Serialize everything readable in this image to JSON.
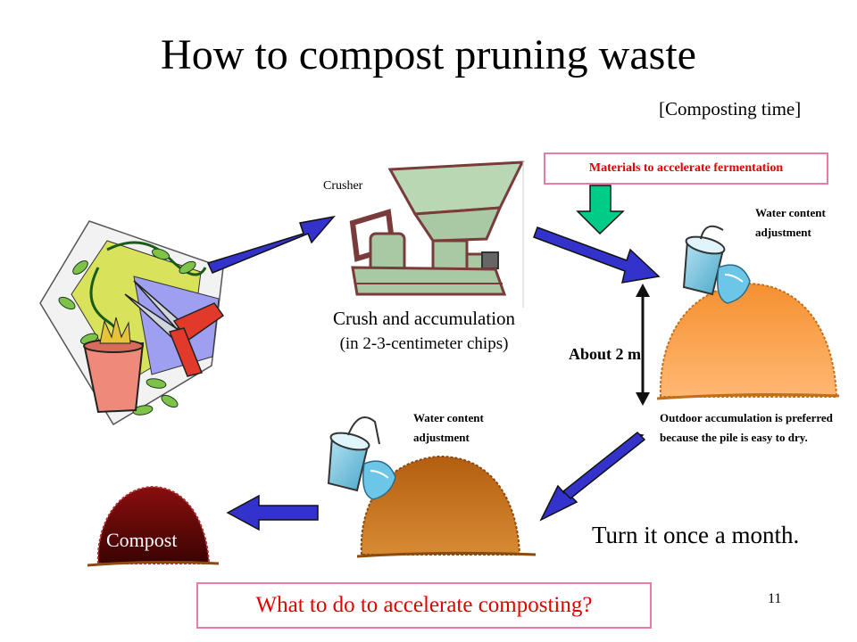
{
  "slide": {
    "title": "How to compost pruning waste",
    "composting_time": "[Composting time]",
    "crusher_label": "Crusher",
    "fermentation_materials": "Materials to accelerate fermentation",
    "crush_line1": "Crush and accumulation",
    "crush_line2": "(in 2-3-centimeter chips)",
    "water_adjust_top": "Water content adjustment",
    "about_height": "About 2 m",
    "outdoor_note": "Outdoor accumulation is preferred because the pile is easy to dry.",
    "water_adjust_bottom": "Water content adjustment",
    "turn_note": "Turn it once a month.",
    "compost_label": "Compost",
    "question": "What to do to accelerate composting?",
    "page_number": "11"
  },
  "colors": {
    "arrow_blue": "#3333cc",
    "down_arrow_green": "#00cc88",
    "pile_orange": "#f79a3c",
    "pile_brown": "#c86a10",
    "compost_dark": "#6b0a0a",
    "box_border_pink": "#e87ca8",
    "highlight_red": "#e00000",
    "crusher_green": "#a9c9a4"
  },
  "icons": [
    "pruning-plant-clipart",
    "crusher-machine",
    "watering-bucket",
    "down-arrow",
    "double-arrow"
  ]
}
